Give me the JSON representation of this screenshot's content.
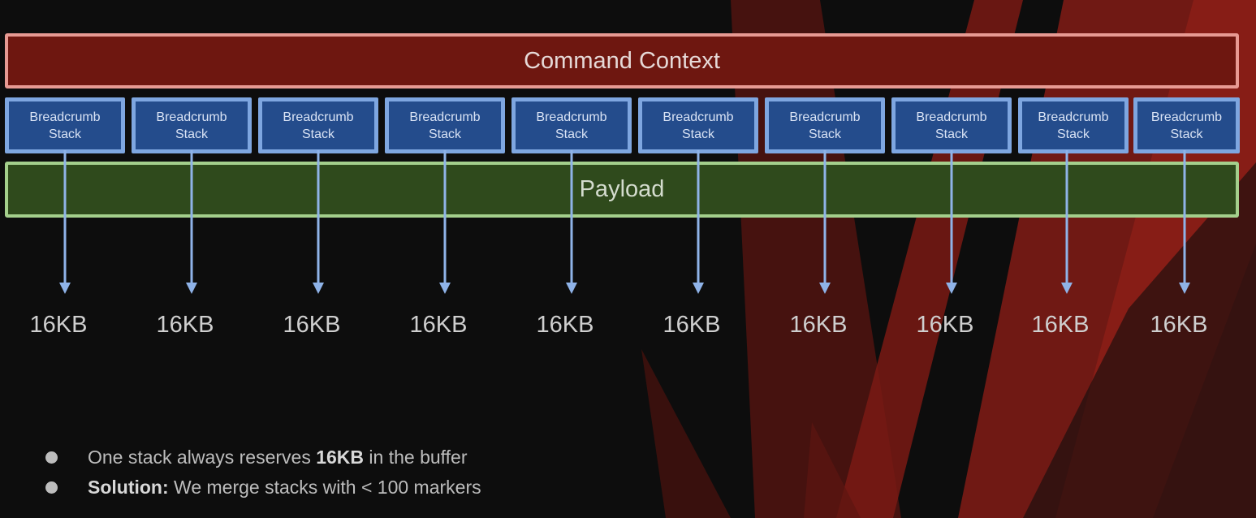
{
  "context_label": "Command Context",
  "payload_label": "Payload",
  "stacks": [
    {
      "line1": "Breadcrumb",
      "line2": "Stack",
      "size": "16KB"
    },
    {
      "line1": "Breadcrumb",
      "line2": "Stack",
      "size": "16KB"
    },
    {
      "line1": "Breadcrumb",
      "line2": "Stack",
      "size": "16KB"
    },
    {
      "line1": "Breadcrumb",
      "line2": "Stack",
      "size": "16KB"
    },
    {
      "line1": "Breadcrumb",
      "line2": "Stack",
      "size": "16KB"
    },
    {
      "line1": "Breadcrumb",
      "line2": "Stack",
      "size": "16KB"
    },
    {
      "line1": "Breadcrumb",
      "line2": "Stack",
      "size": "16KB"
    },
    {
      "line1": "Breadcrumb",
      "line2": "Stack",
      "size": "16KB"
    },
    {
      "line1": "Breadcrumb",
      "line2": "Stack",
      "size": "16KB"
    },
    {
      "line1": "Breadcrumb",
      "line2": "Stack",
      "size": "16KB"
    }
  ],
  "bullets": [
    {
      "pre": "One stack always reserves ",
      "bold": "16KB",
      "post": " in the buffer"
    },
    {
      "pre": "",
      "bold": "Solution:",
      "post": " We merge stacks with < 100 markers"
    }
  ],
  "colors": {
    "context_fill": "#6e1710",
    "context_border": "#e79a93",
    "stack_fill": "#244c8c",
    "stack_border": "#7ea6e0",
    "payload_fill": "#2f4a1c",
    "payload_border": "#a4cf8c",
    "arrow": "#8fb3e8",
    "background": "#0d0d0d",
    "accent_red": "#7a1a14"
  }
}
